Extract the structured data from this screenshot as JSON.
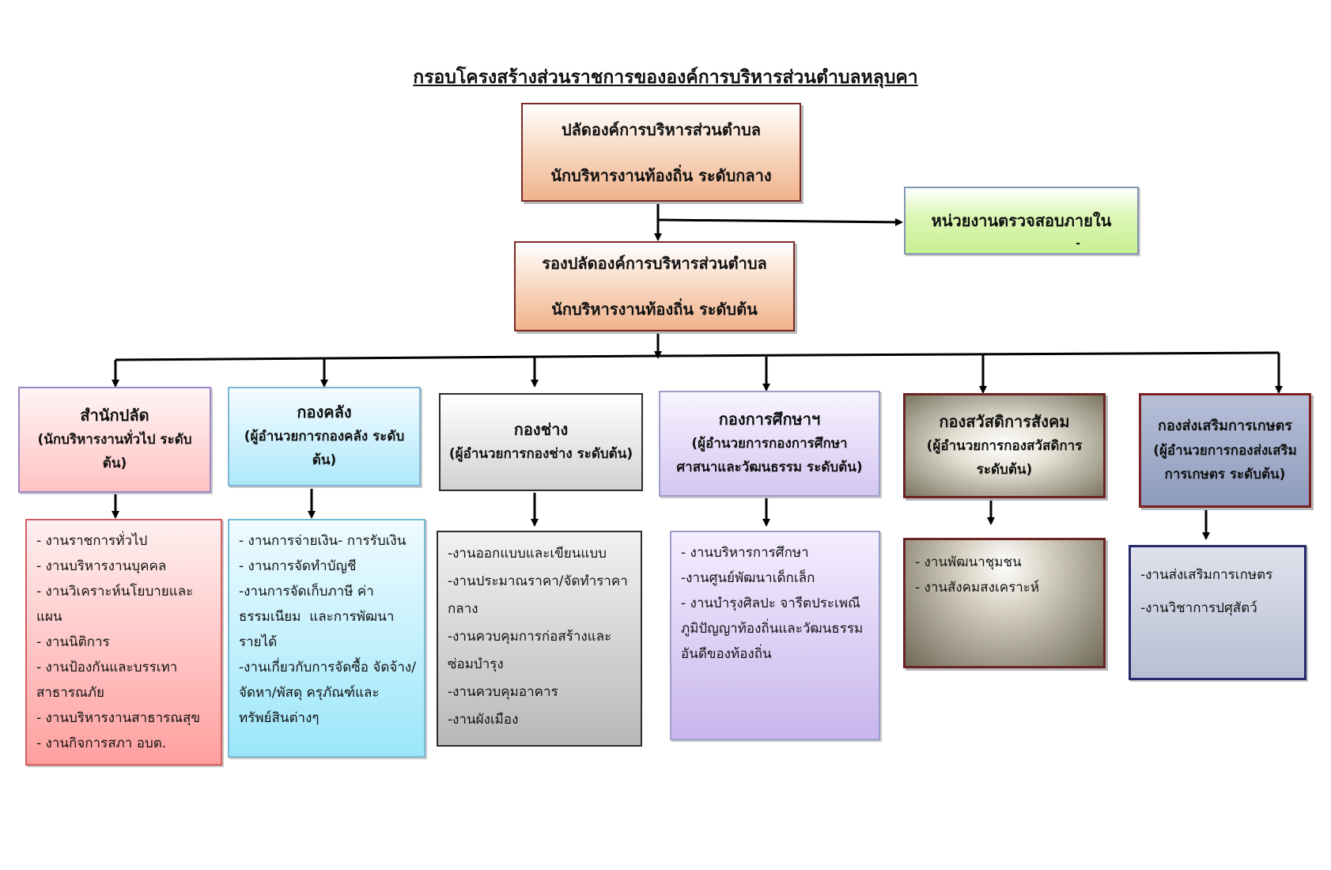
{
  "title": "กรอบโครงสร้างส่วนราชการขององค์การบริหารส่วนตำบลหลุบคา",
  "top": {
    "line1": "ปลัดองค์การบริหารส่วนตำบล",
    "line2": "นักบริหารงานท้องถิ่น ระดับกลาง"
  },
  "audit": {
    "label": "หน่วยงานตรวจสอบภายใน",
    "mark": "-"
  },
  "deputy": {
    "line1": "รองปลัดองค์การบริหารส่วนตำบล",
    "line2": "นักบริหารงานท้องถิ่น ระดับต้น"
  },
  "divisions": [
    {
      "name": "สำนักปลัด",
      "sub": "(นักบริหารงานทั่วไป ระดับ ต้น)",
      "items": [
        "- งานราชการทั่วไป",
        "- งานบริหารงานบุคคล",
        "- งานวิเคราะห์นโยบายและแผน",
        "- งานนิติการ",
        "- งานป้องกันและบรรเทาสาธารณภัย",
        "- งานบริหารงานสาธารณสุข",
        "- งานกิจการสภา อบต."
      ]
    },
    {
      "name": "กองคลัง",
      "sub": "(ผู้อำนวยการกองคลัง ระดับ ต้น)",
      "items": [
        "- งานการจ่ายเงิน- การรับเงิน",
        "- งานการจัดทำบัญชี",
        "-งานการจัดเก็บภาษี ค่าธรรมเนียม  และการพัฒนารายได้",
        "-งานเกี่ยวกับการจัดซื้อ จัดจ้าง/จัดหา/พัสดุ ครุภัณฑ์และทรัพย์สินต่างๆ"
      ]
    },
    {
      "name": "กองช่าง",
      "sub": "(ผู้อำนวยการกองช่าง ระดับต้น)",
      "items": [
        "-งานออกแบบและเขียนแบบ",
        "-งานประมาณราคา/จัดทำราคากลาง",
        "-งานควบคุมการก่อสร้างและซ่อมบำรุง",
        "-งานควบคุมอาคาร",
        "-งานผังเมือง"
      ]
    },
    {
      "name": "กองการศึกษาฯ",
      "sub": "(ผู้อำนวยการกองการศึกษา ศาสนาและวัฒนธรรม ระดับต้น)",
      "items": [
        "- งานบริหารการศึกษา",
        "-งานศูนย์พัฒนาเด็กเล็ก",
        "- งานบำรุงศิลปะ จารีตประเพณี  ภูมิปัญญาท้องถิ่นและวัฒนธรรมอันดีของท้องถิ่น"
      ]
    },
    {
      "name": "กองสวัสดิการสังคม",
      "sub": "(ผู้อำนวยการกองสวัสดิการ ระดับต้น)",
      "items": [
        "- งานพัฒนาชุมชน",
        "- งานสังคมสงเคราะห์"
      ]
    },
    {
      "name": "กองส่งเสริมการเกษตร",
      "sub": "(ผู้อำนวยการกองส่งเสริมการเกษตร ระดับต้น)",
      "items": [
        "-งานส่งเสริมการเกษตร",
        "-งานวิชาการปศุสัตว์"
      ]
    }
  ]
}
